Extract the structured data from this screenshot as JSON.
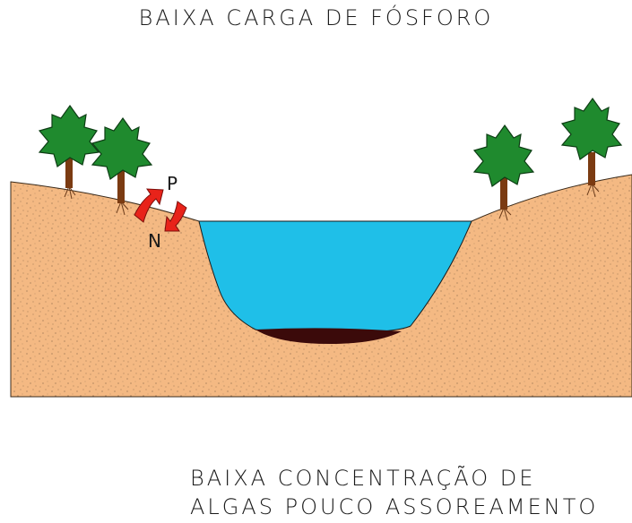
{
  "title": "BAIXA CARGA DE FÓSFORO",
  "caption": {
    "line1": "BAIXA CONCENTRAÇÃO DE",
    "line2": "ALGAS POUCO ASSOREAMENTO"
  },
  "labels": {
    "phosphorus": "P",
    "nitrogen": "N"
  },
  "colors": {
    "soil": "#f4b983",
    "water": "#1fbfe8",
    "sediment": "#3b0a0a",
    "tree_foliage": "#1f8a2e",
    "trunk": "#7b3b12",
    "arrow": "#e8231a"
  }
}
